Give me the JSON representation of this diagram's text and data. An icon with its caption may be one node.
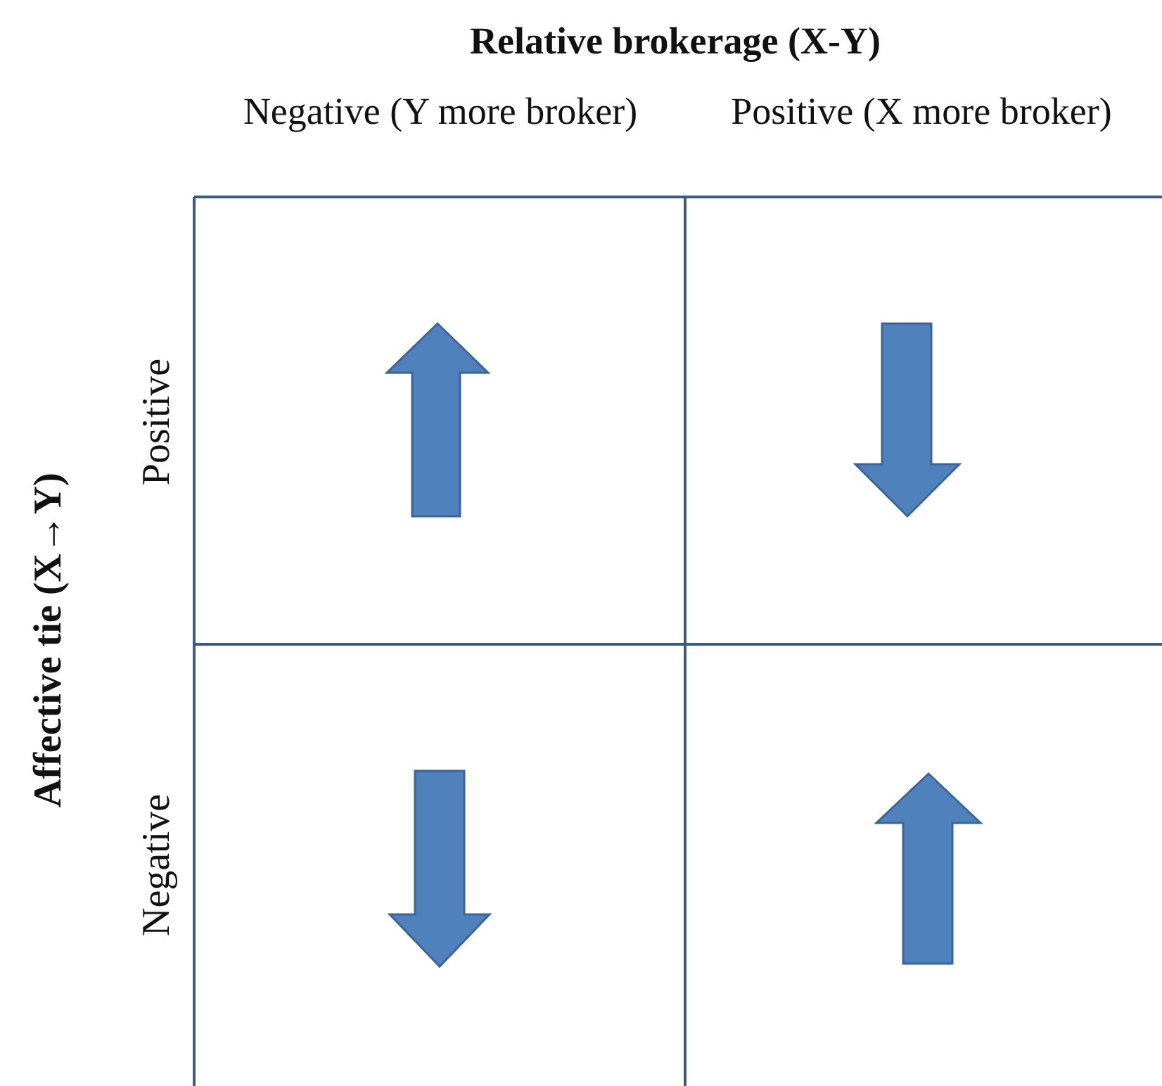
{
  "diagram": {
    "title": "Relative brokerage (X-Y)",
    "labels": [
      "Negative (Y more broker)",
      "Positive (X more broker)",
      "Affective tie (X→Y)",
      "Positive",
      "Negative"
    ]
  }
}
